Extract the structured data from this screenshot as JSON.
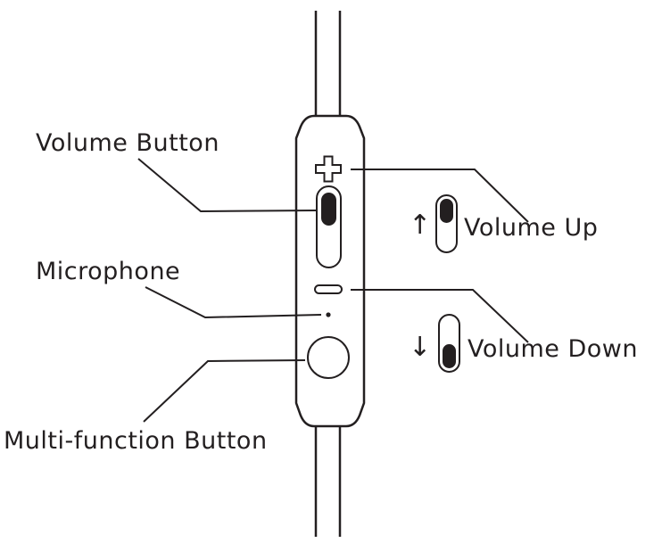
{
  "labels": {
    "volume_button": "Volume Button",
    "microphone": "Microphone",
    "multi_function_button": "Multi-function Button",
    "volume_up": "Volume Up",
    "volume_down": "Volume Down"
  },
  "symbols": {
    "up_arrow": "↑",
    "down_arrow": "↓"
  },
  "colors": {
    "ink": "#231f20",
    "background": "#ffffff"
  }
}
